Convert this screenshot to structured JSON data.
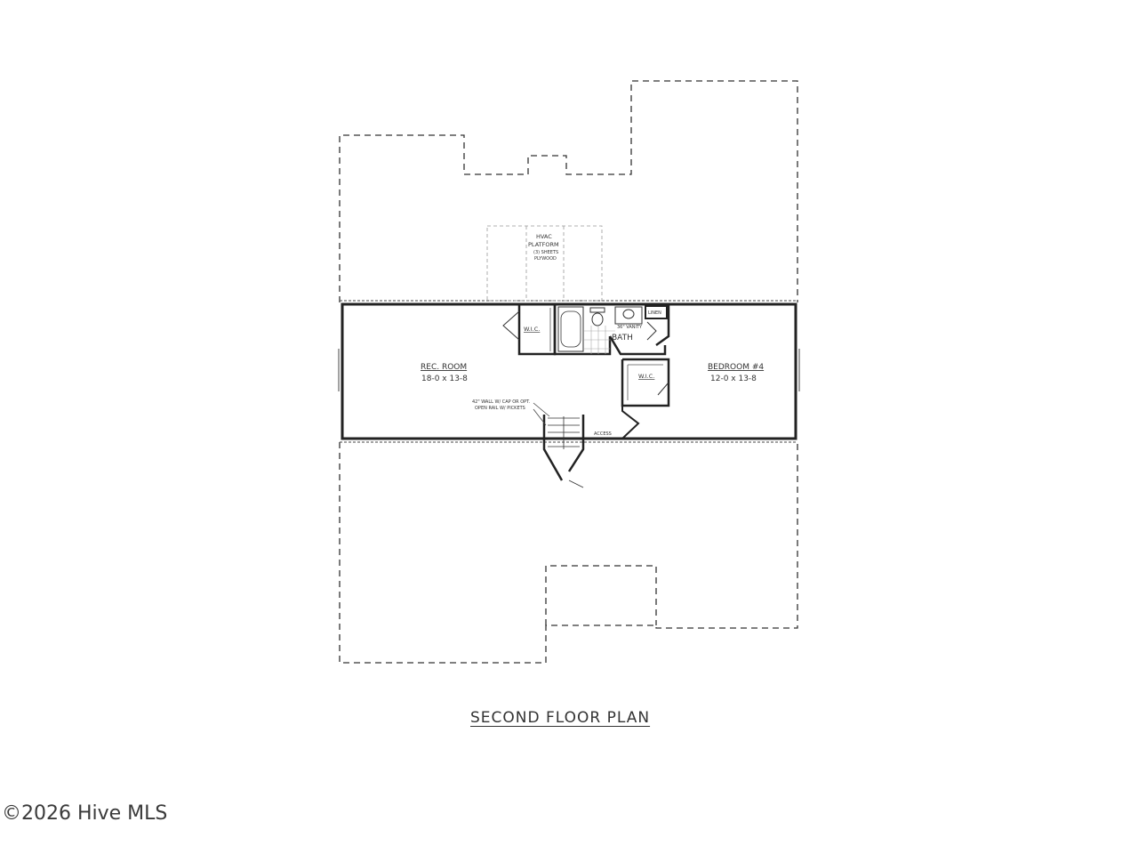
{
  "plan": {
    "title": "SECOND FLOOR PLAN",
    "rooms": {
      "rec_room": {
        "name": "REC. ROOM",
        "dimensions": "18-0 x 13-8"
      },
      "bedroom": {
        "name": "BEDROOM #4",
        "dimensions": "12-0 x 13-8"
      },
      "bath": {
        "name": "BATH"
      },
      "wic_left": {
        "name": "W.I.C."
      },
      "wic_right": {
        "name": "W.I.C."
      },
      "linen": {
        "name": "LINEN"
      }
    },
    "hvac": {
      "line1": "HVAC",
      "line2": "PLATFORM",
      "line3": "(3) SHEETS",
      "line4": "PLYWOOD"
    },
    "notes": {
      "wall_line1": "42\" WALL W/ CAP OR OPT.",
      "wall_line2": "OPEN RAIL W/ PICKETS",
      "access": "ACCESS",
      "vanity": "36\" VANITY"
    }
  },
  "watermark": "©2026 Hive MLS"
}
